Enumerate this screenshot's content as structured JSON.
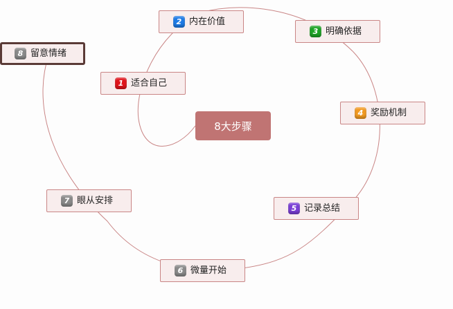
{
  "diagram": {
    "center_label": "8大步骤",
    "nodes": [
      {
        "number": "1",
        "label": "适合自己",
        "badge_color": "#e0141b"
      },
      {
        "number": "2",
        "label": "内在价值",
        "badge_color": "#1e7be6"
      },
      {
        "number": "3",
        "label": "明确依据",
        "badge_color": "#1fa326"
      },
      {
        "number": "4",
        "label": "奖励机制",
        "badge_color": "#f29a22"
      },
      {
        "number": "5",
        "label": "记录总结",
        "badge_color": "#7a3fd6"
      },
      {
        "number": "6",
        "label": "微量开始",
        "badge_color": "#8a8a8a"
      },
      {
        "number": "7",
        "label": "眼从安排",
        "badge_color": "#8a8a8a"
      },
      {
        "number": "8",
        "label": "留意情绪",
        "badge_color": "#8a8a8a"
      }
    ],
    "colors": {
      "center_fill": "#c07473",
      "node_fill": "#f8eded",
      "node_border": "#c98585",
      "spiral_line": "#c98585",
      "selected_border": "#5a3a36"
    }
  }
}
